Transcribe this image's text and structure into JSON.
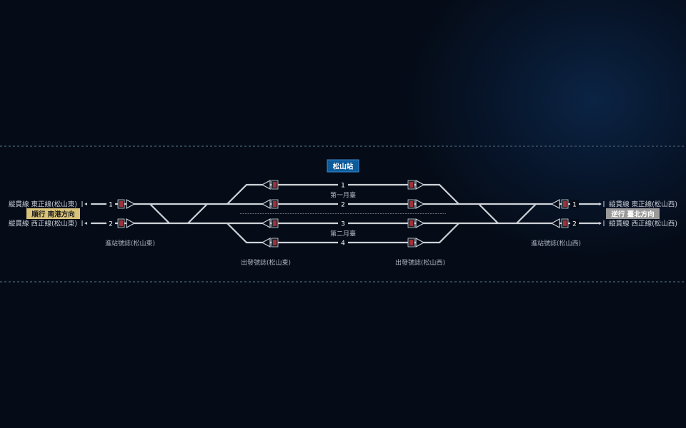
{
  "station": {
    "name": "松山站"
  },
  "platforms": {
    "first": "第一月臺",
    "second": "第二月臺"
  },
  "tracks": [
    "1",
    "2",
    "3",
    "4"
  ],
  "west": {
    "line_east": "縱貫線 東正線(松山東)",
    "line_west": "縱貫線 西正線(松山東)",
    "direction": "順行 南港方向",
    "track_1": "1",
    "track_2": "2",
    "home_signal": "進站號誌(松山東)"
  },
  "east": {
    "line_east": "縱貫線 東正線(松山西)",
    "line_west": "縱貫線 西正線(松山西)",
    "direction": "逆行 臺北方向",
    "track_1": "1",
    "track_2": "2",
    "home_signal": "進站號誌(松山西)"
  },
  "starting_signals": {
    "left": "出發號誌(松山東)",
    "right": "出發號誌(松山西)"
  },
  "colors": {
    "track": "#cfd3d8",
    "station_badge": "#0c5c9c",
    "forward_badge": "#d9c27a",
    "reverse_badge": "#9a9a9a",
    "signal_red": "#a0303a"
  },
  "icons": [
    "signal-triangle-icon",
    "signal-lamp-icon",
    "arrow-left-icon",
    "arrow-right-icon"
  ]
}
